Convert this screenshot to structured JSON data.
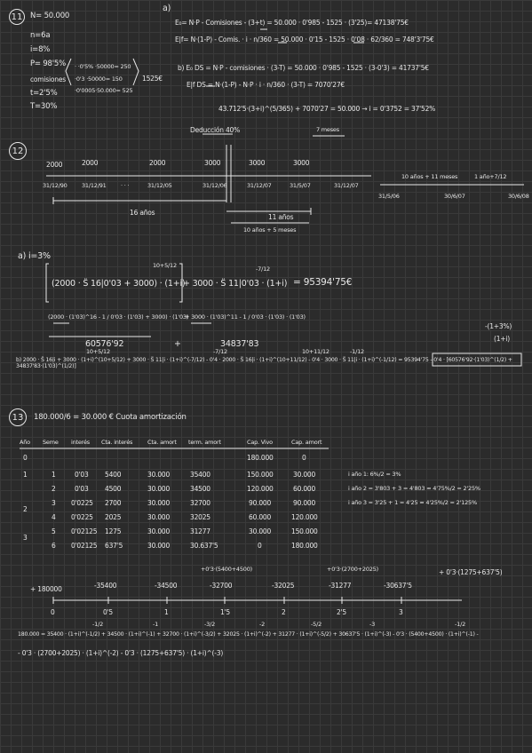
{
  "p11": {
    "number": "11",
    "params": [
      "N= 50.000",
      "n=6a",
      "i=8%",
      "P= 98'5%",
      "comisiones",
      "t=2'5%",
      "T=30%"
    ],
    "com_lines": [
      "· ·0'5% ·50000= 250",
      "·0'3 ·50000= 150",
      "·0'0005·50.000= 525"
    ],
    "com_total": "1525€",
    "a_label": "a)",
    "a_line1": "E₀= N·P - Comisiones - (3+t) = 50.000 · 0'985 - 1525 · (3'25)= 47138'75€",
    "a_line2": "E|f= N·(1-P) - Comis. · i · n/360 = 50.000 · 0'15 - 1525 · 0'08 · 62/360 = 748'3'75€",
    "b_line1": "b) E₀ DS = N·P - comisiones · (3-T) = 50.000 · 0'985 - 1525 · (3-0'3) = 41737'5€",
    "b_line2": "E|f DS = N·(1-P) - N·P · i · n/360 · (3-T) = 7070'27€",
    "b_line3": "43.712'5·(3+i)^(5/365) + 7070'27 = 50.000 → i = 0'3752 = 37'52%"
  },
  "p12": {
    "number": "12",
    "deduccion": "Deducción 40%",
    "meses": "7 meses",
    "amounts": [
      "2000",
      "2000",
      "2000",
      "3000",
      "3000",
      "3000"
    ],
    "dates": [
      "31/12/90",
      "31/12/91",
      "· · ·",
      "31/12/05",
      "31/12/06",
      "31/12/07",
      "31/5/07",
      "31/12/07"
    ],
    "right_labels": [
      "10 años + 11 meses",
      "1 año+7/12"
    ],
    "right_dates": [
      "31/5/06",
      "30/6/07",
      "30/6/08"
    ],
    "bottom_labels": [
      "16 años",
      "11 años",
      "10 años + 5 meses"
    ],
    "a_header": "a) i=3%",
    "a_frac1": "10+5/12",
    "a_frac2": "-7/12",
    "a_eq1": "(2000 · S̈ 16|0'03 + 3000) · (1+i)",
    "a_eq1b": "+ 3000 · S̈ 11|0'03 · (1+i)",
    "a_result": "= 95394'75€",
    "a_eq2": "(2000 · (1'03)^16 - 1 / 0'03 · (1'03) + 3000) · (1'03)",
    "a_eq2b": "+ 3000 · (1'03)^11 - 1 / 0'03 · (1'03) · (1'03)",
    "a_eq3a": "60576'92",
    "a_plus": "+",
    "a_eq3b": "34837'83",
    "a_side": "-(1+3%)",
    "a_side2": "(1+i)",
    "b_line": "b) 2000 · S̈ 16|i + 3000 · (1+i)^(10+5/12) + 3000 · S̈ 11|i · (1+i)^(-7/12) - 0'4 · 2000 · S̈ 16|i · (1+i)^(10+11/12) - 0'4 · 3000 · S̈ 11|i · (1+i)^(-1/12) = 95394'75 - 0'4 · [60576'92·(1'03)^(1/2) + 34837'83·(1'03)^(1/2)]",
    "b_exps": [
      "10+5/12",
      "-7/12",
      "10+11/12",
      "-1/12"
    ]
  },
  "p13": {
    "number": "13",
    "header": "180.000/6 = 30.000 € Cuota amortización",
    "columns": [
      "Año",
      "Seme",
      "interés",
      "Cta. interés",
      "Cta. amort",
      "term. amort",
      "Cap. Vivo",
      "Cap. amort"
    ],
    "rows": [
      [
        "0",
        "",
        "",
        "",
        "",
        "",
        "180.000",
        "0"
      ],
      [
        "1",
        "1",
        "0'03",
        "5400",
        "30.000",
        "35400",
        "150.000",
        "30.000"
      ],
      [
        "",
        "2",
        "0'03",
        "4500",
        "30.000",
        "34500",
        "120.000",
        "60.000"
      ],
      [
        "2",
        "3",
        "0'0225",
        "2700",
        "30.000",
        "32700",
        "90.000",
        "90.000"
      ],
      [
        "",
        "4",
        "0'0225",
        "2025",
        "30.000",
        "32025",
        "60.000",
        "120.000"
      ],
      [
        "3",
        "5",
        "0'02125",
        "1275",
        "30.000",
        "31277",
        "30.000",
        "150.000"
      ],
      [
        "",
        "6",
        "0'02125",
        "637'5",
        "30.000",
        "30.637'5",
        "0",
        "180.000"
      ]
    ],
    "notes": [
      "i año 1: 6%/2 = 3%",
      "i año 2 = 3'803 + 3 = 4'803 ≈ 4'75%/2 = 2'25%",
      "i año 3 = 3'25 + 1 = 4'25 ≈ 4'25%/2 = 2'125%"
    ],
    "top_labels": [
      "+0'3·(5400+4500)",
      "+0'3·(2700+2025)",
      "+ 0'3·(1275+637'5)"
    ],
    "flow_values": [
      "+ 180000",
      "-35400",
      "-34500",
      "-32700",
      "-32025",
      "-31277",
      "-30637'5"
    ],
    "axis_ticks": [
      "0",
      "0'5",
      "1",
      "1'5",
      "2",
      "2'5",
      "3"
    ],
    "eq_line1": "180.000 = 35400 · (1+i)^(-1/2) + 34500 · (1+i)^(-1) + 32700 · (1+i)^(-3/2) + 32025 · (1+i)^(-2) + 31277 · (1+i)^(-5/2) + 30637'5 · (1+i)^(-3) - 0'3 · (5400+4500) · (1+i)^(-1) -",
    "eq_line2": "- 0'3 · (2700+2025) · (1+i)^(-2) - 0'3 · (1275+637'5) · (1+i)^(-3)",
    "eq_exps": [
      "-1/2",
      "-1",
      "-3/2",
      "-2",
      "-5/2",
      "-3",
      "-1/2"
    ]
  }
}
